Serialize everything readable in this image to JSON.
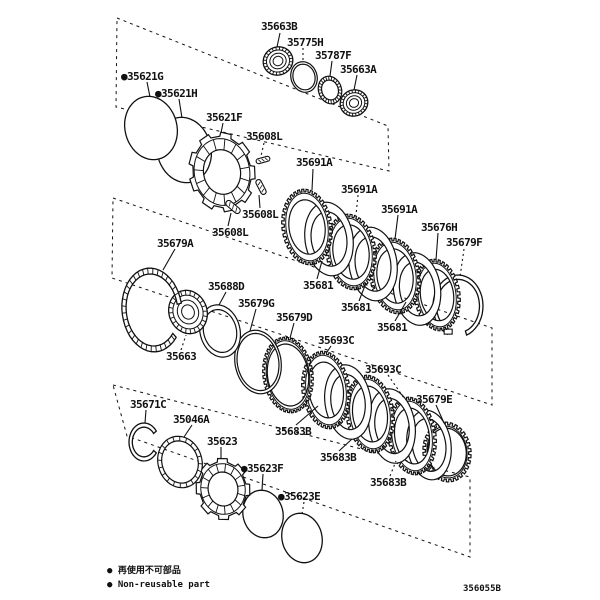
{
  "colors": {
    "ink": "#111111",
    "background": "#ffffff"
  },
  "labels": [
    {
      "text": "35663B"
    },
    {
      "text": "35775H"
    },
    {
      "text": "35787F"
    },
    {
      "text": "35663A"
    },
    {
      "text": "●35621G"
    },
    {
      "text": "●35621H"
    },
    {
      "text": "35621F"
    },
    {
      "text": "35608L"
    },
    {
      "text": "35691A"
    },
    {
      "text": "35691A"
    },
    {
      "text": "35691A"
    },
    {
      "text": "35676H"
    },
    {
      "text": "35679F"
    },
    {
      "text": "35608L"
    },
    {
      "text": "35608L"
    },
    {
      "text": "35679A"
    },
    {
      "text": "35688D"
    },
    {
      "text": "35679G"
    },
    {
      "text": "35679D"
    },
    {
      "text": "35681"
    },
    {
      "text": "35681"
    },
    {
      "text": "35681"
    },
    {
      "text": "35663"
    },
    {
      "text": "35693C"
    },
    {
      "text": "35693C"
    },
    {
      "text": "35679E"
    },
    {
      "text": "35683B"
    },
    {
      "text": "35683B"
    },
    {
      "text": "35683B"
    },
    {
      "text": "35671C"
    },
    {
      "text": "35046A"
    },
    {
      "text": "35623"
    },
    {
      "text": "●35623F"
    },
    {
      "text": "●35623E"
    }
  ],
  "legend": [
    "● 再使用不可部品",
    "● Non-reusable part"
  ],
  "figure_code": "356055B"
}
